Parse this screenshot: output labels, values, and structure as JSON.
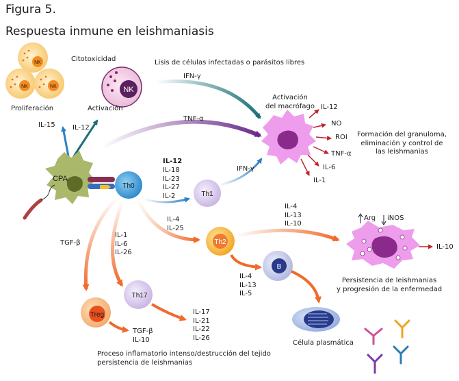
{
  "figure_label": "Figura 5.",
  "title": "Respuesta inmune en leishmaniasis",
  "cells": {
    "nk_small": "NK",
    "nk_main": "NK",
    "cpa": "CPA",
    "th0": "Th0",
    "th1": "Th1",
    "th2": "Th2",
    "th17": "Th17",
    "treg": "Treg",
    "b": "B"
  },
  "labels": {
    "proliferacion": "Proliferación",
    "citotoxicidad": "Citotoxicidad",
    "activacion_nk": "Activación",
    "lisis": "Lisis de células infectadas o parásitos libres",
    "ifn_gamma_top": "IFN-γ",
    "tnf_alpha": "TNF-α",
    "activacion_macrofago": "Activación\ndel macrófago",
    "il15": "IL-15",
    "il12": "IL-12",
    "th0_cytokines_first": "IL-12",
    "th0_cytokines_rest": "IL-18\nIL-23\nIL-27\nIL-2",
    "ifn_gamma_th1": "IFN-γ",
    "il4_il25": "IL-4\nIL-25",
    "il1_il6_il26": "IL-1\nIL-6\nIL-26",
    "tgf_beta": "TGF-β",
    "tgf_il10": "TGF-β\nIL-10",
    "il17_group": "IL-17\nIL-21\nIL-22\nIL-26",
    "il4_il13_il10": "IL-4\nIL-13\nIL-10",
    "il4_il13_il5": "IL-4\nIL-13\nIL-5",
    "macrophage_outputs": [
      "IL-12",
      "NO",
      "ROI",
      "TNF-α",
      "IL-6",
      "IL-1"
    ],
    "granuloma": "Formación del granuloma,\neliminación y control de\nlas leishmanias",
    "arg": "Arg",
    "inos": "iNOS",
    "il10_right": "IL-10",
    "persistencia": "Persistencia de leishmanias\ny progresión de la enfermedad",
    "celula_plasmatica": "Célula plasmática",
    "proceso": "Proceso inflamatorio intenso/destrucción del tejido\npersistencia de leishmanias"
  },
  "colors": {
    "macrophage": "#ee9cec",
    "parasite": "#8a2a8a",
    "cpa": "#a9b86a",
    "th0": "#3aa0dd",
    "lavender_cell": "#d9c9ec",
    "th2_orange": "#f4a21f",
    "treg_orange": "#f07a30",
    "b_cell": "#c8cde8",
    "plasma": "#a8bde6",
    "nk_orange": "#f58a1f",
    "arrow_blue": "#2f7fc2",
    "arrow_teal": "#1a6f78",
    "arrow_purple": "#6a2a8a",
    "arrow_orange": "#f06a2a",
    "arrow_red": "#c0232a"
  }
}
